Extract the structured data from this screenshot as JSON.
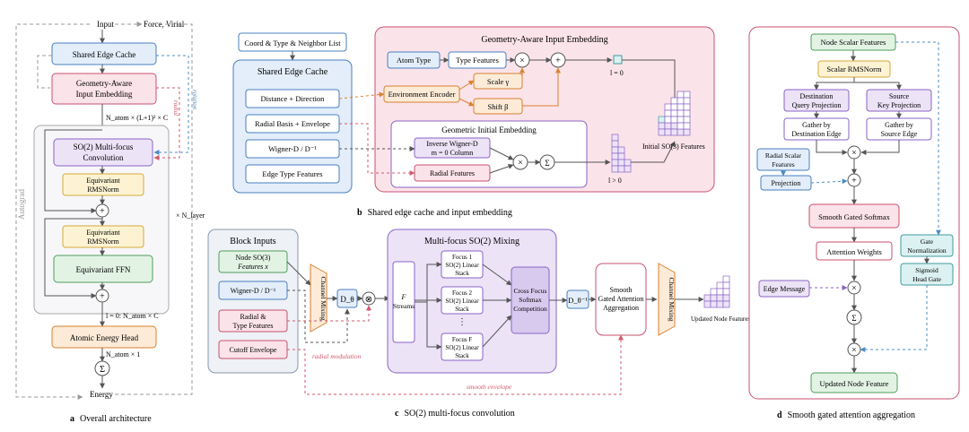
{
  "panel_a": {
    "input": "Input",
    "force_virial": "Force, Virial",
    "shared_edge_cache": "Shared Edge Cache",
    "gaie_l1": "Geometry-Aware",
    "gaie_l2": "Input Embedding",
    "natom_dim": "N_atom × (L+1)² × C",
    "so2_l1": "SO(2) Multi-focus",
    "so2_l2": "Convolution",
    "rms1_l1": "Equivariant",
    "rms1_l2": "RMSNorm",
    "rms2_l1": "Equivariant",
    "rms2_l2": "RMSNorm",
    "ffn": "Equivariant FFN",
    "nlayer": "× N_layer",
    "autograd": "Autograd",
    "rotation": "rotation",
    "radial": "radial",
    "l0_dim": "l = 0: N_atom × C",
    "head": "Atomic Energy Head",
    "natom1": "N_atom × 1",
    "sigma": "Σ",
    "energy": "Energy",
    "plus": "+",
    "caption_letter": "a",
    "caption": "Overall architecture"
  },
  "panel_b": {
    "coord": "Coord & Type & Neighbor List",
    "cache_title": "Shared Edge Cache",
    "dist": "Distance + Direction",
    "radial_basis": "Radial Basis + Envelope",
    "wigner": "Wigner-D / D⁻¹",
    "edge_type": "Edge Type Features",
    "gaie_title": "Geometry-Aware Input Embedding",
    "atom_type": "Atom Type",
    "type_feat": "Type Features",
    "env_enc": "Environment Encoder",
    "scale": "Scale γ",
    "shift": "Shift β",
    "l0": "l = 0",
    "lgt0": "l > 0",
    "gie_title": "Geometric Initial Embedding",
    "inv_l1": "Inverse Wigner-D",
    "inv_l2": "m = 0 Column",
    "radial_feat": "Radial Features",
    "times": "×",
    "plus": "+",
    "sigma": "Σ",
    "init_feat": "Initial SO(3) Features",
    "caption_letter": "b",
    "caption": "Shared edge cache and input embedding"
  },
  "panel_c": {
    "block_inputs": "Block Inputs",
    "node_l1": "Node SO(3)",
    "node_l2": "Features x",
    "wigner": "Wigner-D / D⁻¹",
    "rad_l1": "Radial &",
    "rad_l2": "Type Features",
    "cutoff": "Cutoff Envelope",
    "channel_mixing": "Channel Mixing",
    "d_theta": "D_θ",
    "otimes": "⊗",
    "mf_title": "Multi-focus SO(2) Mixing",
    "f_streams_l1": "F",
    "f_streams_l2": "Streams",
    "focus": [
      {
        "l1": "Focus 1",
        "l2": "SO(2) Linear",
        "l3": "Stack"
      },
      {
        "l1": "Focus 2",
        "l2": "SO(2) Linear",
        "l3": "Stack"
      },
      {
        "l1": "Focus F",
        "l2": "SO(2) Linear",
        "l3": "Stack"
      }
    ],
    "dots": "⋮",
    "cross_l1": "Cross Focus",
    "cross_l2": "Softmax",
    "cross_l3": "Competition",
    "d_theta_inv": "D_θ⁻¹",
    "sgaa_l1": "Smooth",
    "sgaa_l2": "Gated Attention",
    "sgaa_l3": "Aggregation",
    "updated": "Updated Node Features",
    "radial_mod": "radial modulation",
    "smooth_env": "smooth envelope",
    "caption_letter": "c",
    "caption": "SO(2) multi-focus convolution"
  },
  "panel_d": {
    "node_scalar": "Node Scalar Features",
    "scalar_rms": "Scalar RMSNorm",
    "dest_l1": "Destination",
    "dest_l2": "Query Projection",
    "src_l1": "Source",
    "src_l2": "Key Projection",
    "gdest_l1": "Gather by",
    "gdest_l2": "Destination Edge",
    "gsrc_l1": "Gather by",
    "gsrc_l2": "Source Edge",
    "radial_l1": "Radial Scalar",
    "radial_l2": "Features",
    "projection": "Projection",
    "smooth_softmax": "Smooth Gated Softmax",
    "att_weights": "Attention Weights",
    "gate_l1": "Gate",
    "gate_l2": "Normalization",
    "sig_l1": "Sigmoid",
    "sig_l2": "Head Gate",
    "edge_msg": "Edge Message",
    "times": "×",
    "plus": "+",
    "sigma": "Σ",
    "updated": "Updated Node Feature",
    "caption_letter": "d",
    "caption": "Smooth gated attention aggregation"
  },
  "colors": {
    "blue_fill": "#e3eefa",
    "blue_stroke": "#4a7fc0",
    "pink_fill": "#fbe3ea",
    "pink_stroke": "#c9506e",
    "purple_fill": "#ece3f7",
    "purple_stroke": "#8a63c4",
    "yellow_fill": "#fdf3d3",
    "yellow_stroke": "#d6a93a",
    "green_fill": "#e2f3e4",
    "green_stroke": "#4f9e5c",
    "orange_fill": "#fdebd8",
    "orange_stroke": "#d9822f",
    "teal_fill": "#dcf1f1",
    "teal_stroke": "#3f9a9e",
    "red_dash": "#d05a6e",
    "blue_dash": "#4d8cc4",
    "grey": "#888888"
  }
}
